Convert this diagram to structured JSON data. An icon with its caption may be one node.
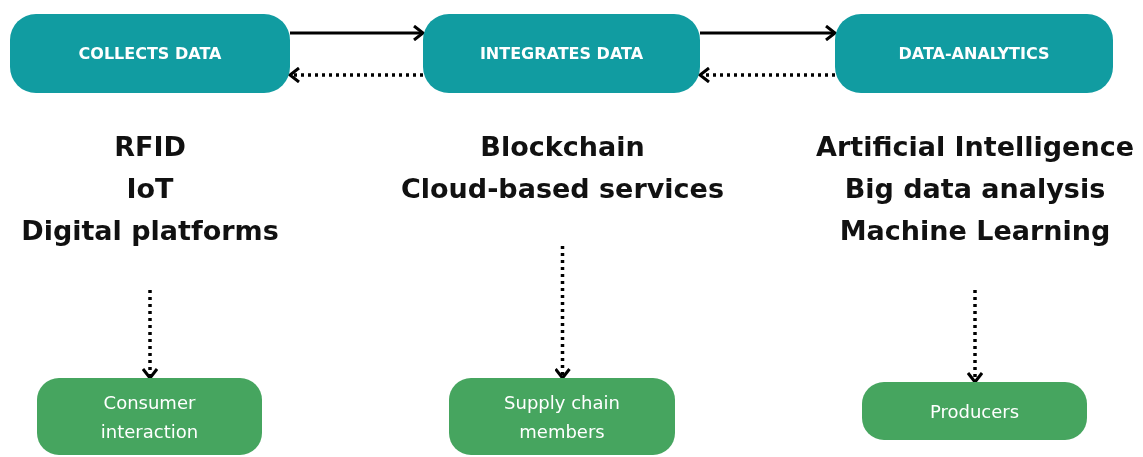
{
  "diagram": {
    "nodes": [
      {
        "text": [
          "COLLECTS DATA"
        ]
      },
      {
        "text": [
          "INTEGRATES DATA"
        ]
      },
      {
        "text": [
          "DATA-ANALYTICS"
        ]
      },
      {
        "text": [
          "RFID",
          "IoT",
          "Digital platforms"
        ]
      },
      {
        "text": [
          "Blockchain",
          "Cloud-based services"
        ]
      },
      {
        "text": [
          "Artificial Intelligence",
          "Big data analysis",
          "Machine Learning"
        ]
      },
      {
        "text": [
          "Consumer interaction"
        ]
      },
      {
        "text": [
          "Supply chain members"
        ]
      },
      {
        "text": [
          "Producers"
        ]
      }
    ],
    "edges": [
      {
        "from": 0,
        "to": 1,
        "arrow": "to"
      },
      {
        "from": 1,
        "to": 0,
        "arrow": "to",
        "style": "dashed"
      },
      {
        "from": 1,
        "to": 2,
        "arrow": "to"
      },
      {
        "from": 2,
        "to": 1,
        "arrow": "to",
        "style": "dashed"
      },
      {
        "from": 3,
        "to": 6,
        "arrow": "to",
        "style": "dashed"
      },
      {
        "from": 4,
        "to": 7,
        "arrow": "to",
        "style": "dashed"
      },
      {
        "from": 5,
        "to": 8,
        "arrow": "to",
        "style": "dashed"
      }
    ]
  }
}
